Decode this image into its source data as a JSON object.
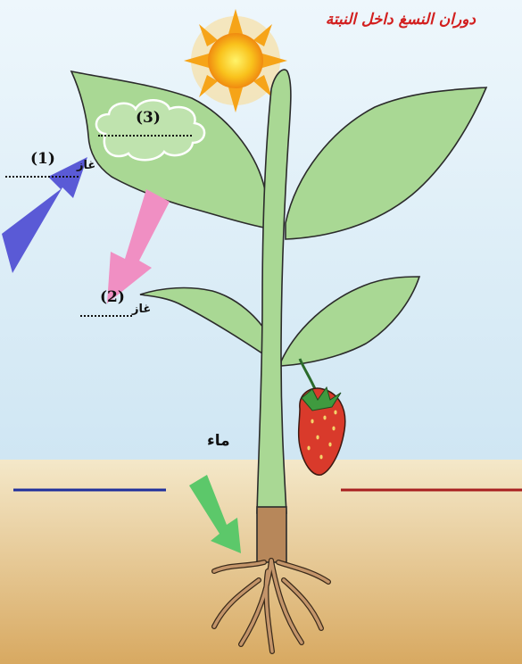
{
  "diagram": {
    "title": "دوران النسغ داخل النبتة",
    "labels": {
      "n1": "(1)",
      "n2": "(2)",
      "n3": "(3)",
      "gas1": "غاز",
      "gas2": "غاز",
      "water": "ماء"
    },
    "colors": {
      "sky_top": "#e9f4fb",
      "sky_bottom": "#cfe8f6",
      "soil_top": "#f3e6c4",
      "soil_bottom": "#d9ad66",
      "plant": "#a9d894",
      "plant_stroke": "#2b2b2b",
      "root": "#b7875a",
      "arrow_blue": "#5a5ad6",
      "arrow_pink": "#f08fc3",
      "arrow_green": "#5cc86a",
      "line_blue": "#1f2f9c",
      "line_red": "#a81f1f",
      "title_red": "#d21f1f",
      "sun": "#f7b21a",
      "strawberry": "#d93a2b"
    },
    "icons": [
      "sun-icon",
      "cloud-icon",
      "strawberry-icon"
    ]
  }
}
